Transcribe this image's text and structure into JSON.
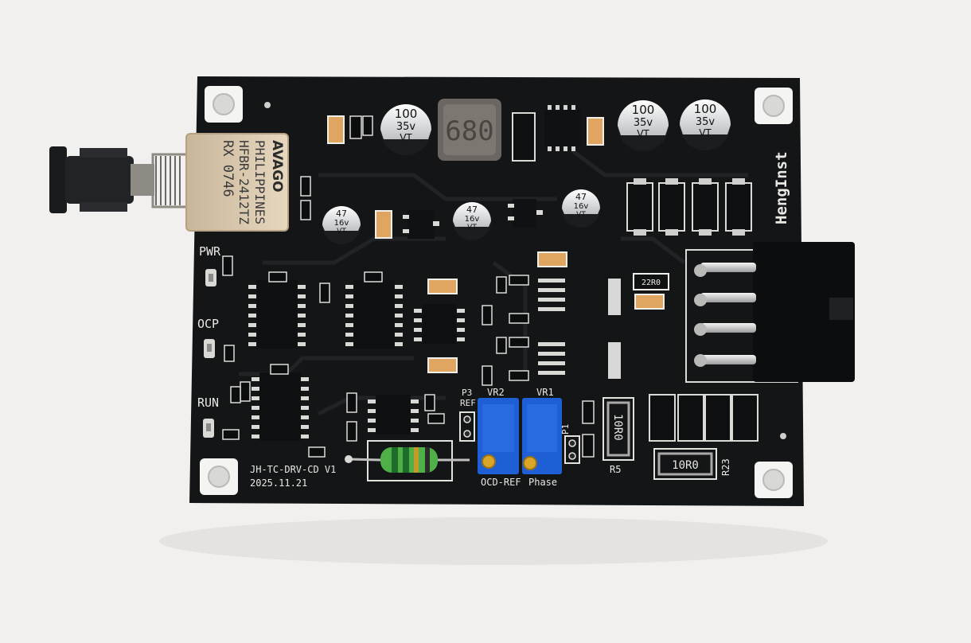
{
  "board": {
    "brand": "HengInst",
    "model": "JH-TC-DRV-CD V1",
    "date": "2025.11.21",
    "colors": {
      "pcb": "#141517",
      "silk": "#e9e9e4",
      "background": "#f1f0ee",
      "pot": "#1f5fd6"
    }
  },
  "led_labels": {
    "pwr": "PWR",
    "ocp": "OCP",
    "run": "RUN"
  },
  "fiber_receiver": {
    "line1": "AVAGO",
    "line2": "PHILIPPINES",
    "line3": "HFBR-2412TZ",
    "line4": "RX  0746"
  },
  "capacitors": [
    {
      "value": "100",
      "voltage": "35v",
      "series": "VT"
    },
    {
      "value": "100",
      "voltage": "35v",
      "series": "VT"
    },
    {
      "value": "100",
      "voltage": "35v",
      "series": "VT"
    },
    {
      "value": "47",
      "voltage": "16v",
      "series": "VT"
    },
    {
      "value": "47",
      "voltage": "16v",
      "series": "VT"
    },
    {
      "value": "47",
      "voltage": "16v",
      "series": "VT"
    }
  ],
  "inductor": {
    "marking": "680"
  },
  "potentiometers": {
    "vr2": {
      "ref": "VR2",
      "label": "OCD-REF"
    },
    "vr1": {
      "ref": "VR1",
      "label": "Phase"
    }
  },
  "headers": {
    "p3": "P3",
    "p3_ref": "REF",
    "p1": "P1"
  },
  "resistors": {
    "r5": {
      "ref": "R5",
      "value": "10R0"
    },
    "r23": {
      "ref": "R23",
      "value": "10R0"
    },
    "small": "22R0"
  }
}
